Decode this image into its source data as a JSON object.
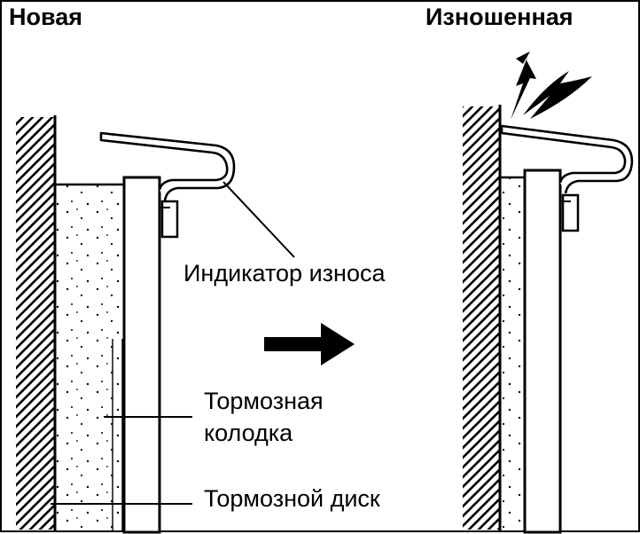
{
  "titles": {
    "new": "Новая",
    "worn": "Изношенная"
  },
  "labels": {
    "wear_indicator": "Индикатор износа",
    "brake_pad_line1": "Тормозная",
    "brake_pad_line2": "колодка",
    "brake_disc": "Тормозной диск"
  },
  "icons": {
    "arrow": "arrow-right-icon",
    "spark": "lightning-icon"
  },
  "colors": {
    "ink": "#000000",
    "paper": "#ffffff"
  }
}
